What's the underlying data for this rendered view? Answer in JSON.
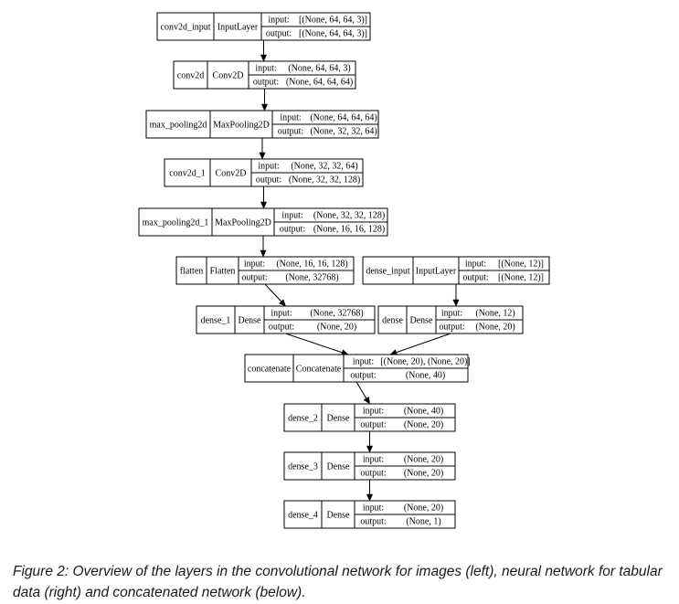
{
  "diagram": {
    "labels": {
      "input": "input:",
      "output": "output:"
    },
    "nodes": [
      {
        "id": "conv2d_input",
        "name": "conv2d_input",
        "type": "InputLayer",
        "input": "[(None, 64, 64, 3)]",
        "output": "[(None, 64, 64, 3)]"
      },
      {
        "id": "conv2d",
        "name": "conv2d",
        "type": "Conv2D",
        "input": "(None, 64, 64, 3)",
        "output": "(None, 64, 64, 64)"
      },
      {
        "id": "max_pooling2d",
        "name": "max_pooling2d",
        "type": "MaxPooling2D",
        "input": "(None, 64, 64, 64)",
        "output": "(None, 32, 32, 64)"
      },
      {
        "id": "conv2d_1",
        "name": "conv2d_1",
        "type": "Conv2D",
        "input": "(None, 32, 32, 64)",
        "output": "(None, 32, 32, 128)"
      },
      {
        "id": "max_pooling2d_1",
        "name": "max_pooling2d_1",
        "type": "MaxPooling2D",
        "input": "(None, 32, 32, 128)",
        "output": "(None, 16, 16, 128)"
      },
      {
        "id": "flatten",
        "name": "flatten",
        "type": "Flatten",
        "input": "(None, 16, 16, 128)",
        "output": "(None, 32768)"
      },
      {
        "id": "dense_input",
        "name": "dense_input",
        "type": "InputLayer",
        "input": "[(None, 12)]",
        "output": "[(None, 12)]"
      },
      {
        "id": "dense_1",
        "name": "dense_1",
        "type": "Dense",
        "input": "(None, 32768)",
        "output": "(None, 20)"
      },
      {
        "id": "dense",
        "name": "dense",
        "type": "Dense",
        "input": "(None, 12)",
        "output": "(None, 20)"
      },
      {
        "id": "concatenate",
        "name": "concatenate",
        "type": "Concatenate",
        "input": "[(None, 20), (None, 20)]",
        "output": "(None, 40)"
      },
      {
        "id": "dense_2",
        "name": "dense_2",
        "type": "Dense",
        "input": "(None, 40)",
        "output": "(None, 20)"
      },
      {
        "id": "dense_3",
        "name": "dense_3",
        "type": "Dense",
        "input": "(None, 20)",
        "output": "(None, 20)"
      },
      {
        "id": "dense_4",
        "name": "dense_4",
        "type": "Dense",
        "input": "(None, 20)",
        "output": "(None, 1)"
      }
    ],
    "edges": [
      {
        "from": "conv2d_input",
        "to": "conv2d"
      },
      {
        "from": "conv2d",
        "to": "max_pooling2d"
      },
      {
        "from": "max_pooling2d",
        "to": "conv2d_1"
      },
      {
        "from": "conv2d_1",
        "to": "max_pooling2d_1"
      },
      {
        "from": "max_pooling2d_1",
        "to": "flatten"
      },
      {
        "from": "flatten",
        "to": "dense_1"
      },
      {
        "from": "dense_input",
        "to": "dense"
      },
      {
        "from": "dense_1",
        "to": "concatenate"
      },
      {
        "from": "dense",
        "to": "concatenate"
      },
      {
        "from": "concatenate",
        "to": "dense_2"
      },
      {
        "from": "dense_2",
        "to": "dense_3"
      },
      {
        "from": "dense_3",
        "to": "dense_4"
      }
    ]
  },
  "caption": "Figure 2: Overview of the layers in the convolutional network for images (left), neural network for tabular data (right) and concatenated network (below)."
}
